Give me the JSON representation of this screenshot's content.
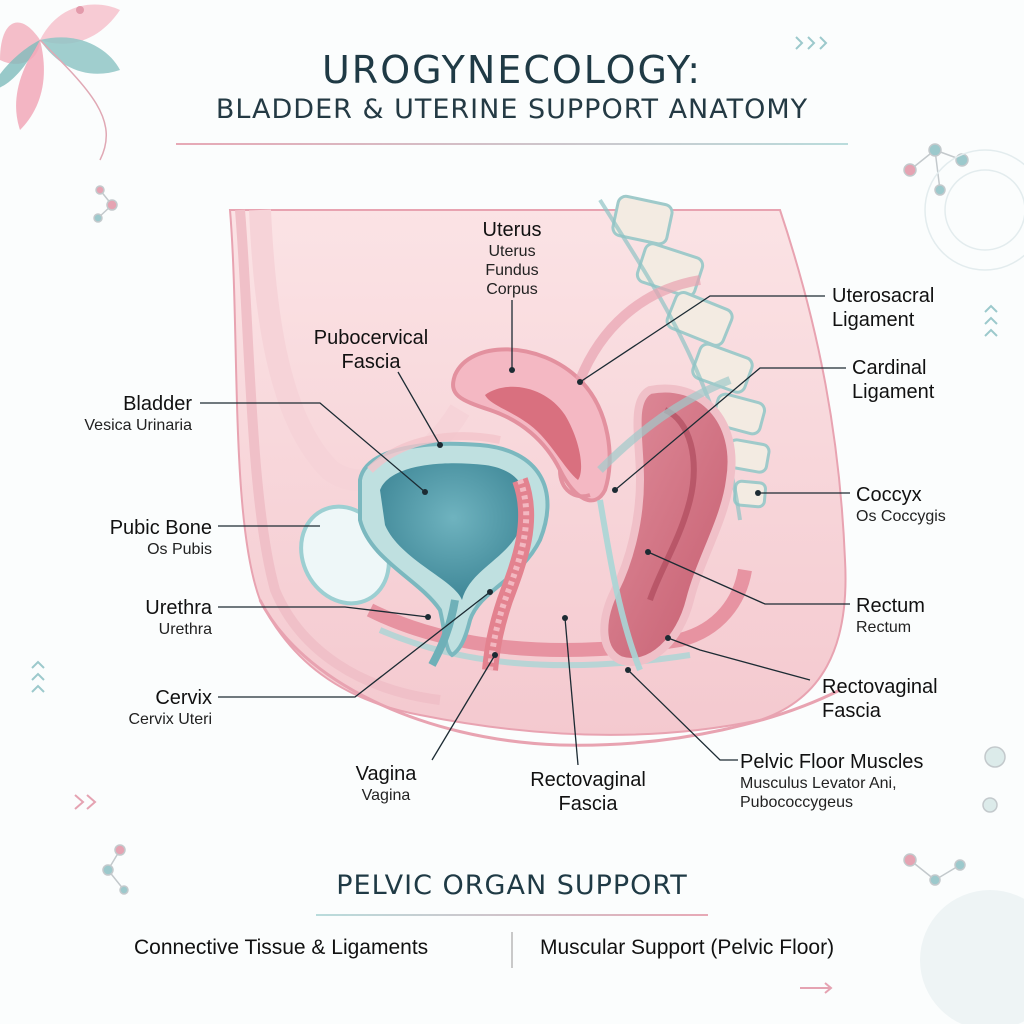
{
  "title": {
    "line1": "UROGYNECOLOGY:",
    "line2": "BLADDER & UTERINE SUPPORT ANATOMY"
  },
  "labels": {
    "uterus": {
      "main": "Uterus",
      "sub1": "Uterus",
      "sub2": "Fundus",
      "sub3": "Corpus"
    },
    "pubocervical": {
      "line1": "Pubocervical",
      "line2": "Fascia"
    },
    "bladder": {
      "main": "Bladder",
      "sub": "Vesica Urinaria"
    },
    "pubic_bone": {
      "main": "Pubic Bone",
      "sub": "Os Pubis"
    },
    "urethra": {
      "main": "Urethra",
      "sub": "Urethra"
    },
    "cervix": {
      "main": "Cervix",
      "sub": "Cervix Uteri"
    },
    "vagina": {
      "main": "Vagina",
      "sub": "Vagina"
    },
    "rectovaginal_bottom": {
      "line1": "Rectovaginal",
      "line2": "Fascia"
    },
    "uterosacral": {
      "line1": "Uterosacral",
      "line2": "Ligament"
    },
    "cardinal": {
      "line1": "Cardinal",
      "line2": "Ligament"
    },
    "coccyx": {
      "main": "Coccyx",
      "sub": "Os Coccygis"
    },
    "rectum": {
      "main": "Rectum",
      "sub": "Rectum"
    },
    "rectovaginal_right": {
      "line1": "Rectovaginal",
      "line2": "Fascia"
    },
    "pelvic_floor": {
      "main": "Pelvic Floor Muscles",
      "sub1": "Musculus Levator Ani,",
      "sub2": "Pubococcygeus"
    }
  },
  "footer": {
    "title": "PELVIC ORGAN SUPPORT",
    "left": "Connective Tissue & Ligaments",
    "right": "Muscular Support (Pelvic Floor)"
  },
  "colors": {
    "pink": "#e8a3b1",
    "teal": "#6fb0b8",
    "bladder_fill": "#4f97a6",
    "muscle": "#d9707f"
  }
}
